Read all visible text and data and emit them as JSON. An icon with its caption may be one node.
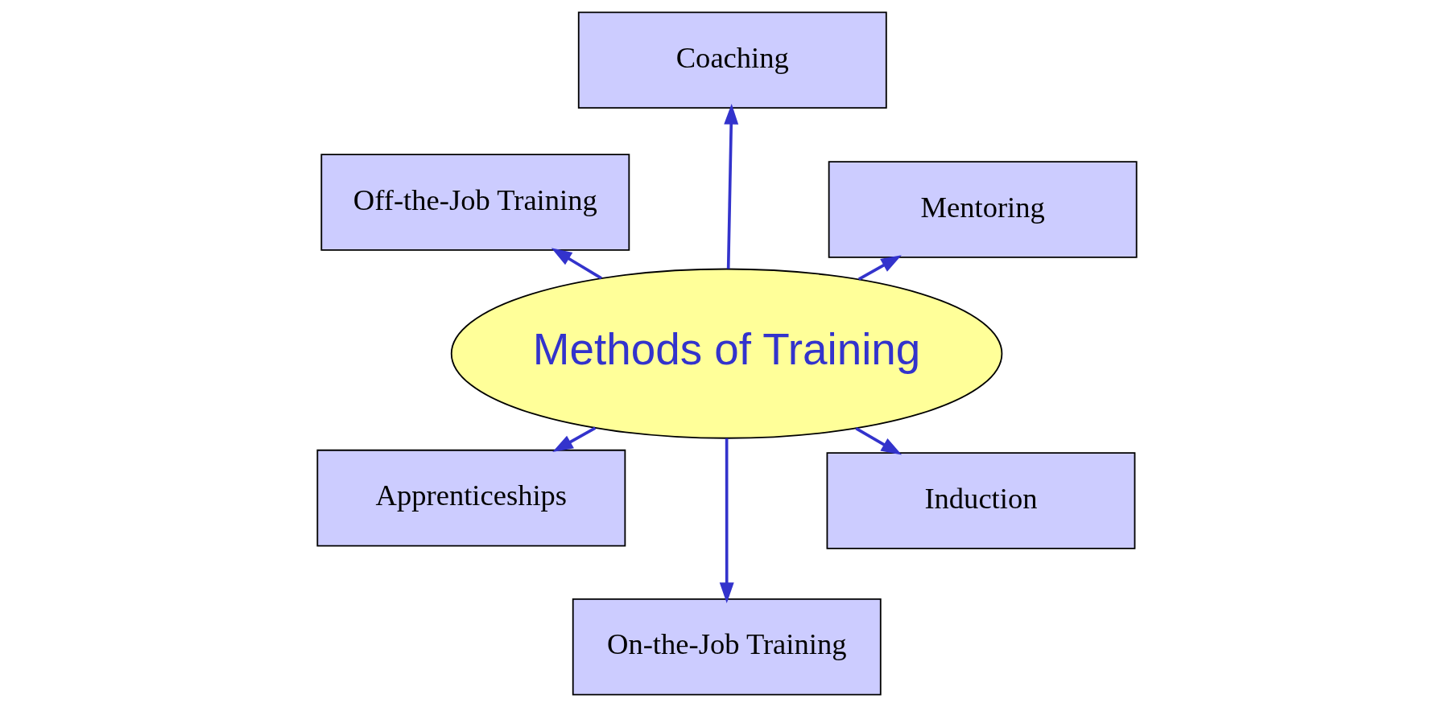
{
  "diagram": {
    "nodes": [
      {
        "text": [
          "Methods of Training"
        ]
      },
      {
        "text": [
          "Induction"
        ]
      },
      {
        "text": [
          "On-the-Job Training"
        ]
      },
      {
        "text": [
          "Off-the-Job Training"
        ]
      },
      {
        "text": [
          "Mentoring"
        ]
      },
      {
        "text": [
          "Coaching"
        ]
      },
      {
        "text": [
          "Apprenticeships"
        ]
      }
    ],
    "edges": [
      {
        "from": 0,
        "to": 1,
        "arrow": "to"
      },
      {
        "from": 0,
        "to": 2,
        "arrow": "to"
      },
      {
        "from": 0,
        "to": 3,
        "arrow": "to"
      },
      {
        "from": 0,
        "to": 4,
        "arrow": "to"
      },
      {
        "from": 0,
        "to": 5,
        "arrow": "to"
      },
      {
        "from": 0,
        "to": 6,
        "arrow": "to"
      }
    ]
  }
}
